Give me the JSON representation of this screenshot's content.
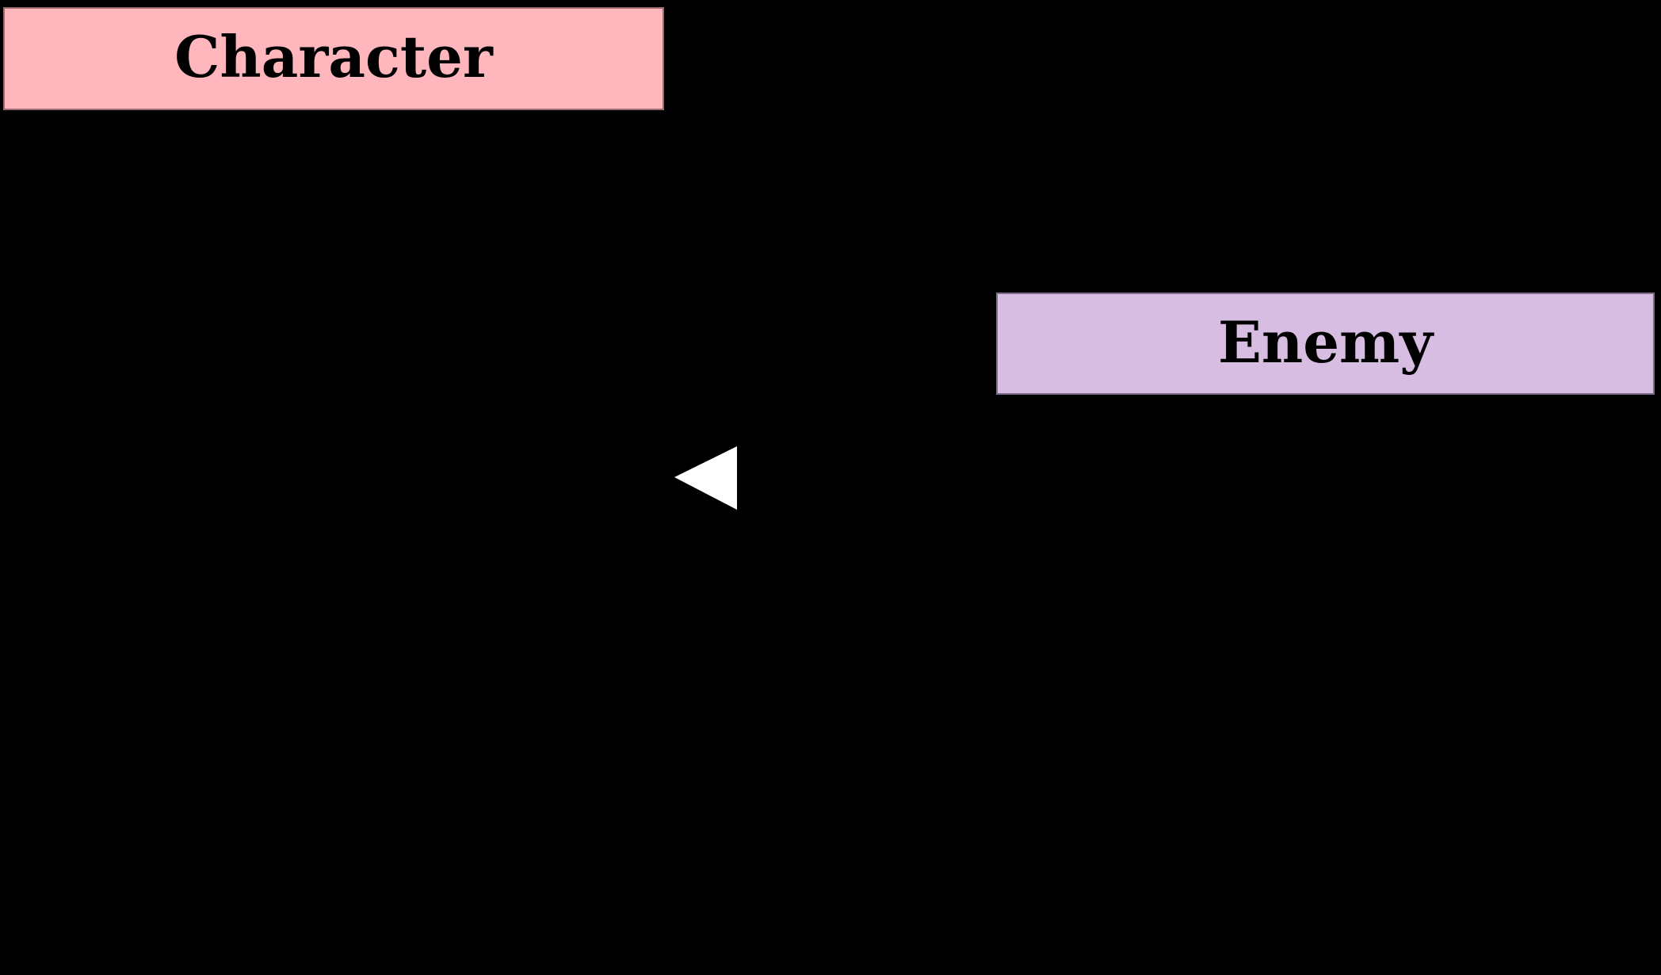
{
  "diagram": {
    "type": "uml-class-diagram",
    "background_color": "#000000",
    "nodes": [
      {
        "id": "character",
        "label": "Character",
        "fill_color": "#ffb6bc",
        "border_color": "#9b6b70",
        "text_color": "#000000"
      },
      {
        "id": "enemy",
        "label": "Enemy",
        "fill_color": "#d8bde3",
        "border_color": "#7d6a86",
        "text_color": "#000000"
      }
    ],
    "edge": {
      "type": "inheritance-generalization",
      "from": "Enemy",
      "to": "Character",
      "arrowhead": "hollow-triangle-pointing-left",
      "arrow_fill": "#ffffff"
    }
  }
}
